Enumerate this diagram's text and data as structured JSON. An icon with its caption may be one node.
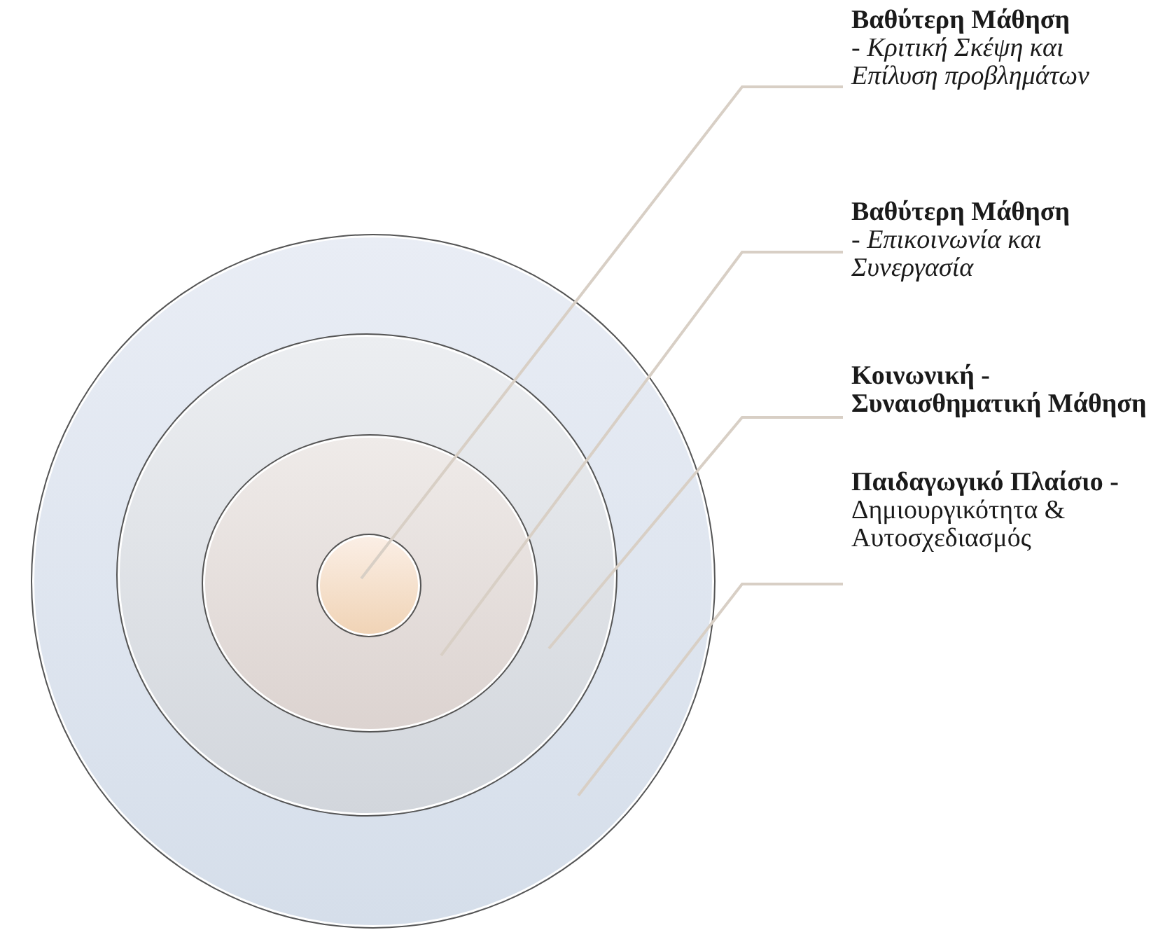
{
  "diagram": {
    "nodes": [
      {
        "text": [],
        "shape": "circle"
      },
      {
        "text": [],
        "shape": "circle",
        "in": 0
      },
      {
        "text": [],
        "shape": "circle",
        "in": 1
      },
      {
        "text": [],
        "shape": "circle",
        "in": 2
      },
      {
        "text": [
          "Βαθύτερη Μάθηση",
          "- *Κριτική Σκέψη και Επίλυση προβλημάτων*"
        ]
      },
      {
        "text": [
          "Βαθύτερη Μάθηση",
          "- *Επικοινωνία και Συνεργασία*"
        ]
      },
      {
        "text": [
          "Κοινωνική - Συναισθηματική Μάθηση"
        ]
      },
      {
        "text": [
          "Παιδαγωγικό Πλαίσιο -",
          "Δημιουργικότητα & Αυτοσχεδιασμός"
        ]
      }
    ],
    "edges": [
      {
        "from": 4,
        "to": 3,
        "arrow": "none"
      },
      {
        "from": 5,
        "to": 2,
        "arrow": "none"
      },
      {
        "from": 6,
        "to": 1,
        "arrow": "none"
      },
      {
        "from": 7,
        "to": 0,
        "arrow": "none"
      }
    ]
  }
}
